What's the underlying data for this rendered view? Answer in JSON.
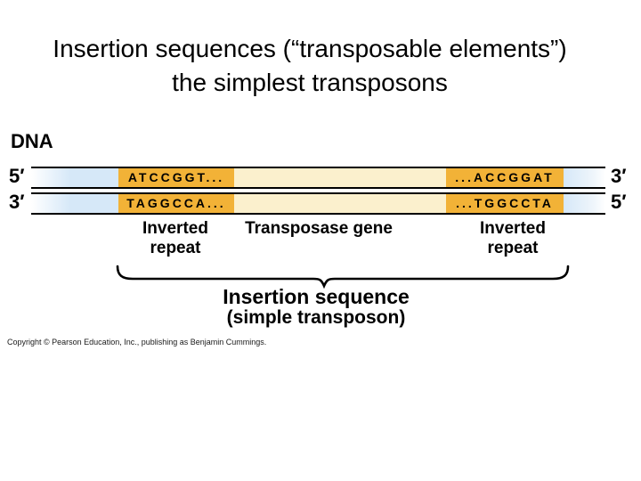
{
  "title": {
    "line1": "Insertion sequences (“transposable elements”)",
    "line2": "the simplest transposons"
  },
  "diagram": {
    "dna_label": "DNA",
    "top_strand": {
      "left_end_label": "5′",
      "right_end_label": "3′",
      "left_repeat_seq": "ATCCGGT...",
      "right_repeat_seq": "...ACCGGAT"
    },
    "bottom_strand": {
      "left_end_label": "3′",
      "right_end_label": "5′",
      "left_repeat_seq": "TAGGCCA...",
      "right_repeat_seq": "...TGGCCTA"
    },
    "region_labels": {
      "left_inverted_repeat": {
        "line1": "Inverted",
        "line2": "repeat"
      },
      "transposase_gene": "Transposase gene",
      "right_inverted_repeat": {
        "line1": "Inverted",
        "line2": "repeat"
      }
    },
    "caption": {
      "line1": "Insertion sequence",
      "line2": "(simple transposon)"
    },
    "colors": {
      "inverted_repeat_highlight": "#F2B237",
      "transposase_gene_fill": "#FBF0CD",
      "flanking_dna_fill": "#D6E8F8",
      "stroke": "#000000"
    }
  },
  "footer": {
    "copyright": "Copyright © Pearson Education, Inc., publishing as Benjamin Cummings."
  }
}
